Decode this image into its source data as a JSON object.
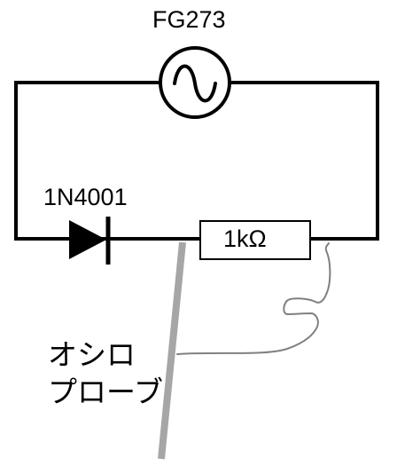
{
  "generator": {
    "label": "FG273",
    "icon": "sine-wave-icon"
  },
  "diode": {
    "label": "1N4001",
    "icon": "diode-icon"
  },
  "resistor": {
    "label": "1kΩ"
  },
  "probe": {
    "label_line1": "オシロ",
    "label_line2": "プローブ",
    "probe_color": "#a6a6a6",
    "clip_color": "#808080"
  },
  "colors": {
    "wire": "#000000",
    "background": "#ffffff"
  }
}
